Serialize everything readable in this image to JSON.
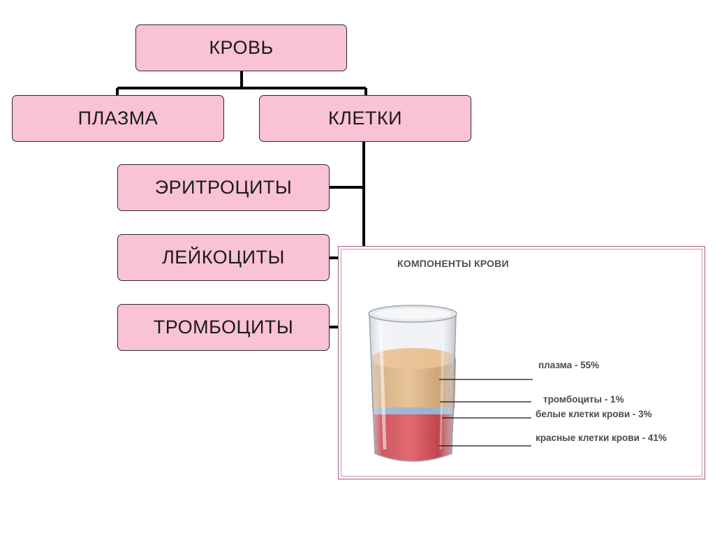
{
  "diagram": {
    "root": "КРОВЬ",
    "branches": [
      "ПЛАЗМА",
      "КЛЕТКИ"
    ],
    "cells": [
      "ЭРИТРОЦИТЫ",
      "ЛЕЙКОЦИТЫ",
      "ТРОМБОЦИТЫ"
    ]
  },
  "figure": {
    "title": "КОМПОНЕНТЫ КРОВИ",
    "labels": {
      "plasma": "плазма - 55%",
      "platelets": "тромбоциты - 1%",
      "white_cells": "белые клетки крови - 3%",
      "red_cells": "красные клетки крови - 41%"
    }
  },
  "colors": {
    "node_fill": "#f9c3d3",
    "node_border": "#2a2a2a",
    "connector": "#000000",
    "panel_border": "#a05b85",
    "plasma": "#d9a86a",
    "red_cells": "#c9323a",
    "white_cells": "#8fa8c8"
  }
}
